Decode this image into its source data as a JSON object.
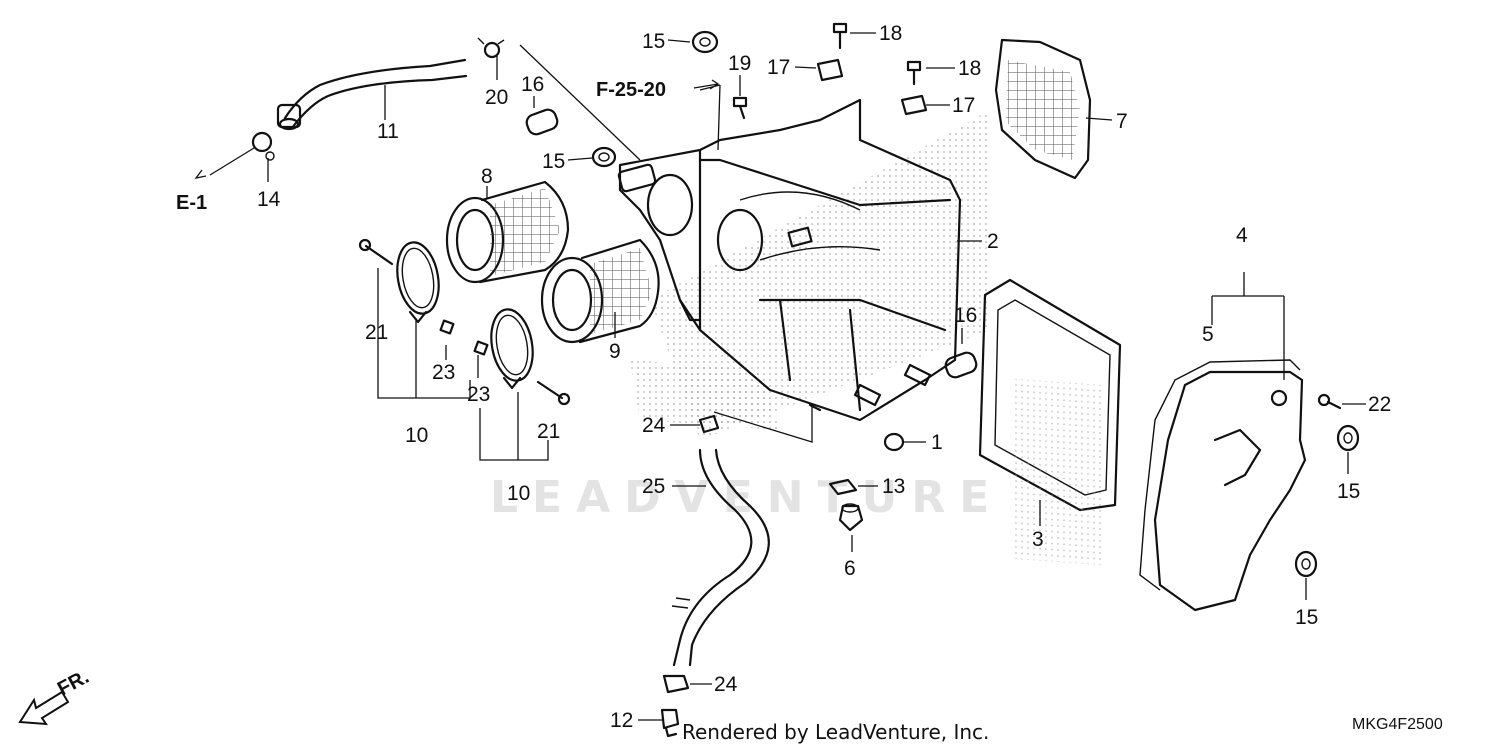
{
  "diagram_code": "MKG4F2500",
  "credit": "Rendered by LeadVenture, Inc.",
  "watermark": "LEADVENTURE",
  "direction_label": "FR.",
  "references": {
    "e1": "E-1",
    "f2520": "F-25-20"
  },
  "callouts": {
    "c1": "1",
    "c2": "2",
    "c3": "3",
    "c4": "4",
    "c5": "5",
    "c6": "6",
    "c7": "7",
    "c8": "8",
    "c9": "9",
    "c10a": "10",
    "c10b": "10",
    "c11": "11",
    "c12": "12",
    "c13": "13",
    "c14": "14",
    "c15a": "15",
    "c15b": "15",
    "c15c": "15",
    "c15d": "15",
    "c16a": "16",
    "c16b": "16",
    "c17a": "17",
    "c17b": "17",
    "c18a": "18",
    "c18b": "18",
    "c19": "19",
    "c20": "20",
    "c21a": "21",
    "c21b": "21",
    "c22": "22",
    "c23a": "23",
    "c23b": "23",
    "c24a": "24",
    "c24b": "24",
    "c25": "25"
  }
}
